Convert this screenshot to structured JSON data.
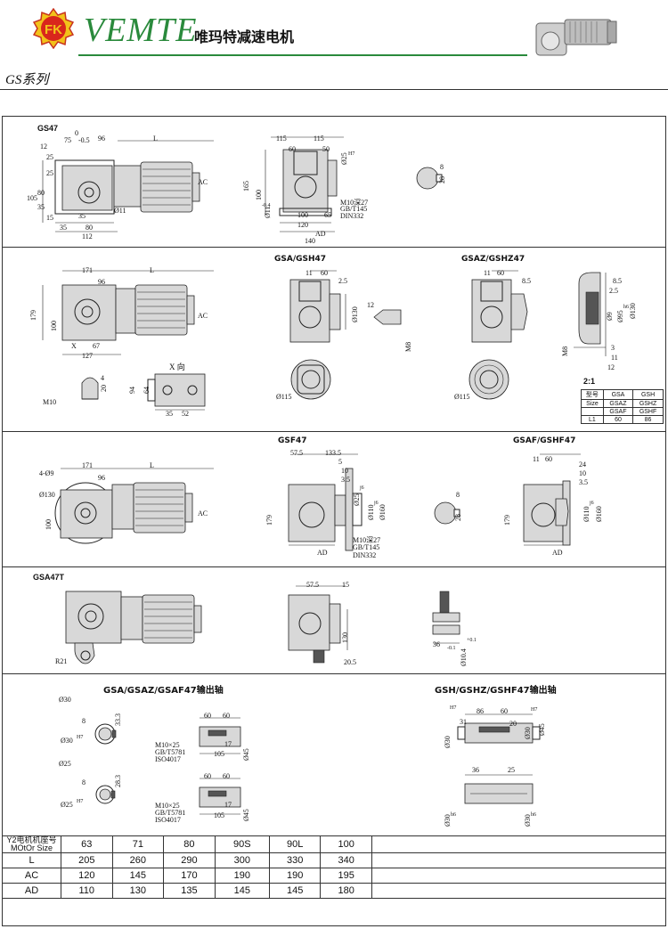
{
  "header": {
    "logo_text": "FK",
    "brand": "VEMTE",
    "brand_cn": "唯玛特减速电机",
    "series": "GS系列"
  },
  "sections": {
    "gs47": {
      "label": "GS47",
      "dims_top": [
        "12",
        "0",
        "-0.5",
        "75",
        "96",
        "L",
        "25"
      ],
      "dims_left": [
        "105",
        "80",
        "35",
        "15",
        "25",
        "AC"
      ],
      "dims_bottom": [
        "Ø11",
        "35",
        "80",
        "112",
        "35"
      ],
      "side_dims": [
        "115",
        "115",
        "60",
        "50",
        "Ø25",
        "H7",
        "165",
        "100",
        "-0.4",
        "Ø11",
        "100",
        "65",
        "120",
        "AD",
        "140"
      ],
      "side_notes": [
        "M10深27",
        "GB/T145",
        "DIN332"
      ],
      "key": [
        "8",
        "28"
      ]
    },
    "gsa47": {
      "dims": [
        "171",
        "L",
        "96",
        "179",
        "100",
        "AC",
        "X",
        "67",
        "127"
      ],
      "caption": "GSA/GSH47",
      "dims_gsa": [
        "11",
        "60",
        "2.5",
        "Ø130",
        "12",
        "M8",
        "Ø115"
      ],
      "caption_z": "GSAZ/GSHZ47",
      "dims_z": [
        "11",
        "60",
        "8.5",
        "Ø115"
      ],
      "dims_flange": [
        "8.5",
        "2.5",
        "Ø9",
        "Ø95",
        "h6",
        "Ø130",
        "M8",
        "3",
        "11",
        "12"
      ],
      "x_view": "X 向",
      "dims_x": [
        "M10",
        "4",
        "20",
        "94",
        "64",
        "35",
        "52"
      ],
      "ratio": "2:1",
      "size_table": {
        "rows": [
          [
            "型号",
            "GSA",
            "GSH"
          ],
          [
            "Size",
            "GSAZ",
            "GSHZ"
          ],
          [
            "",
            "GSAF",
            "GSHF"
          ],
          [
            "L1",
            "60",
            "86"
          ]
        ]
      }
    },
    "gsf47": {
      "dims": [
        "4-Ø9",
        "171",
        "L",
        "96",
        "Ø130",
        "100",
        "AC"
      ],
      "caption": "GSF47",
      "dims_f": [
        "57.5",
        "133.5",
        "5",
        "10",
        "3.5",
        "Ø25",
        "j6",
        "Ø110",
        "j6",
        "Ø160",
        "179",
        "AD"
      ],
      "notes": [
        "M10深27",
        "GB/T145",
        "DIN332"
      ],
      "key": [
        "8",
        "28"
      ],
      "caption_h": "GSAF/GSHF47",
      "dims_h": [
        "11",
        "60",
        "24",
        "10",
        "3.5",
        "Ø110",
        "j6",
        "Ø160",
        "179",
        "AD"
      ]
    },
    "gsa47t": {
      "label": "GSA47T",
      "dims": [
        "R21"
      ],
      "dims_side": [
        "57.5",
        "15",
        "130",
        "20.5"
      ],
      "dims_bush": [
        "36",
        "-0.1",
        "Ø10.4",
        "+0.1"
      ]
    },
    "output": {
      "caption_left": "GSA/GSAZ/GSAF47输出轴",
      "dims_left_a": [
        "Ø30",
        "8",
        "33.3",
        "Ø30",
        "H7",
        "60",
        "60",
        "17",
        "105",
        "Ø45"
      ],
      "notes_a": [
        "M10×25",
        "GB/T5781",
        "ISO4017"
      ],
      "dims_left_b": [
        "Ø25",
        "8",
        "28.3",
        "Ø25",
        "H7",
        "60",
        "60",
        "17",
        "105",
        "Ø45"
      ],
      "notes_b": [
        "M10×25",
        "GB/T5781",
        "ISO4017"
      ],
      "caption_right": "GSH/GSHZ/GSHF47输出轴",
      "dims_right_a": [
        "Ø30",
        "H7",
        "31",
        "86",
        "60",
        "20",
        "Ø30",
        "H7",
        "Ø45"
      ],
      "dims_right_b": [
        "36",
        "25",
        "Ø30",
        "h6",
        "Ø30",
        "h6"
      ]
    }
  },
  "motor_table": {
    "header_1": "Y2电机机座号",
    "header_2": "MOtOr Size",
    "sizes": [
      "63",
      "71",
      "80",
      "90S",
      "90L",
      "100"
    ],
    "rows": [
      {
        "name": "L",
        "values": [
          "205",
          "260",
          "290",
          "300",
          "330",
          "340"
        ]
      },
      {
        "name": "AC",
        "values": [
          "120",
          "145",
          "170",
          "190",
          "190",
          "195"
        ]
      },
      {
        "name": "AD",
        "values": [
          "110",
          "130",
          "135",
          "145",
          "145",
          "180"
        ]
      }
    ]
  }
}
